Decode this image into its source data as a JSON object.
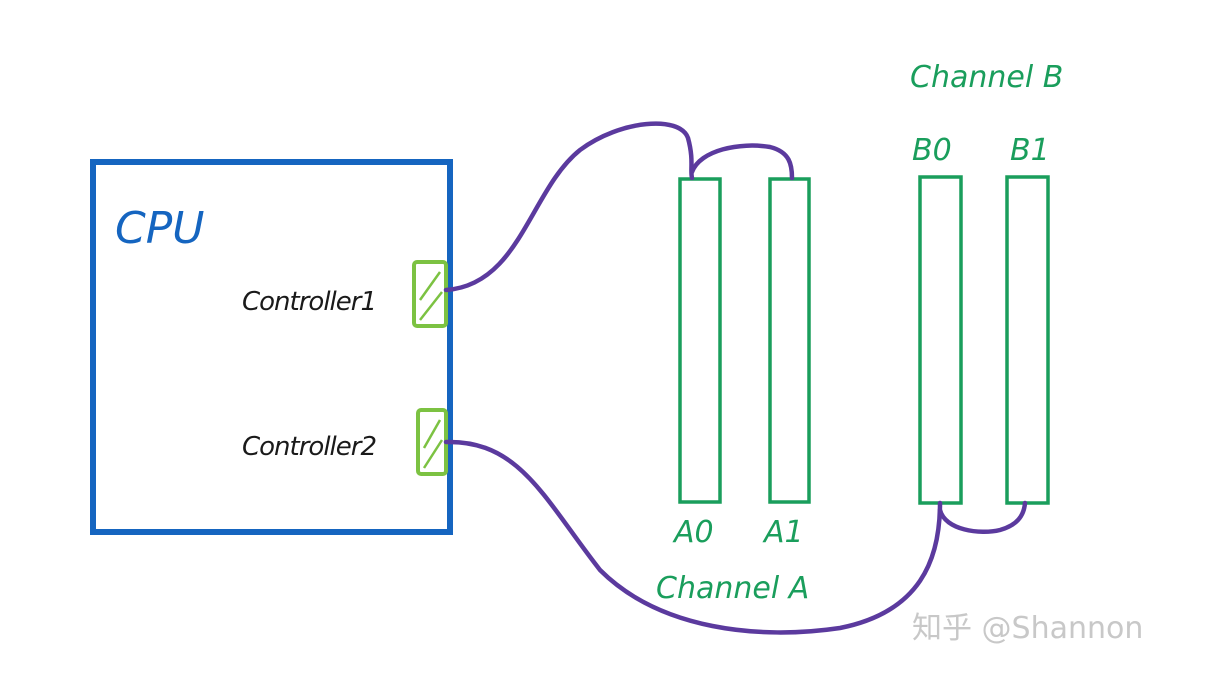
{
  "labels": {
    "cpu": "CPU",
    "controller1": "Controller1",
    "controller2": "Controller2",
    "slot_a0": "A0",
    "slot_a1": "A1",
    "slot_b0": "B0",
    "slot_b1": "B1",
    "channel_a": "Channel A",
    "channel_b": "Channel B"
  },
  "watermark": "知乎 @Shannon",
  "colors": {
    "cpu_box": "#1565c0",
    "controller": "#7cc242",
    "slot": "#1a9e5c",
    "wire": "#5b3a9e",
    "text": "#1a1a1a"
  }
}
